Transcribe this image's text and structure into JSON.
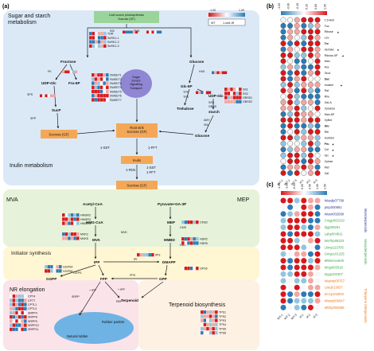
{
  "panels": {
    "a": "(a)",
    "b": "(b)",
    "c": "(c)"
  },
  "sections": {
    "sugar_starch": "Sugar and starch metabolism",
    "inulin": "Inulin metabolism",
    "mva": "MVA",
    "mep": "MEP",
    "initiator": "Initiator synthesis",
    "nr": "NR elongation",
    "terpenoid": "Terpenoid biosynthesis"
  },
  "nodes": {
    "leaf_source": "Leaf source photosynthesis Sucrose (GF)",
    "fructose": "Fructose",
    "glucose": "Glucose",
    "udp_glc": "UDP-Glc",
    "fru6p": "Fru-6P",
    "sucp": "SucP",
    "sucrose_gf_left": "Sucrose (GF)",
    "sensor": "Sugar Sensor Signalling Transport",
    "glc6p": "Glc-6P",
    "udp_glc_right": "UDP-Glc",
    "trehalose": "Trehalose",
    "starch": "starch",
    "glucose_bottom": "Glucose",
    "root_sink": "Root sink Sucrose (GF)",
    "fen": "1-FEN",
    "inulin": "Inulin",
    "sucrose_gf_mid": "Sucrose (GF)",
    "acetyl": "Acetyl-CoA",
    "pyruvate": "Pyruvate+GA-3P",
    "hmgcoa": "HMG-CoA",
    "mva_met": "MVA",
    "mep_met": "MEP",
    "hmbd": "HMBD",
    "ipp": "IPP",
    "dmapp": "DMAPP",
    "ggpp": "GGPP",
    "fpp": "FPP",
    "gpp": "GPP",
    "terpenoid": "Terpenoid",
    "rubber_particle": "Rubber particle",
    "natural_rubber": "Natural rubber",
    "ipp_small": "+ IPP",
    "ipp_small2": "+ IPP",
    "ref": "REF"
  },
  "enzymes": {
    "inv": "INV",
    "sus": "SUS",
    "fk": "FK",
    "sps": "SPS",
    "spp": "SPP",
    "hxk": "HXK",
    "tpp": "TPP",
    "tps": "TPS",
    "sss": "SSS",
    "gbss": "GBSS",
    "amy": "AMY",
    "isa": "ISA",
    "sst": "1-SST",
    "fft": "1-FFT",
    "sst2": "1-SST",
    "fft2": "1-FFT",
    "mvk": "MVK",
    "pmk": "PMK",
    "mvd": "MVD",
    "cms": "CMS",
    "hdr": "HDR",
    "ipi": "IPI",
    "ggps": "GGPS",
    "fps": "FPS",
    "srpp": "SRPP",
    "cpt": "CPT"
  },
  "gene_groups": {
    "tor": [
      "TOR",
      "SnRK1-1",
      "SnRK1-2",
      "SnRK1-3"
    ],
    "sweet": [
      "SWEET1",
      "SWEET2",
      "SWEET3",
      "SWEET4",
      "SWEET5",
      "SWEET6",
      "SWEET7"
    ],
    "ss": [
      "SS1",
      "SS2",
      "GBSS1",
      "GBSS2"
    ],
    "hmgr": [
      "HMGR2",
      "HMGR3",
      "HMGR4"
    ],
    "mvk": [
      "MVK2",
      "MVK5"
    ],
    "cms": [
      "CMS2"
    ],
    "hdr": [
      "HDR2",
      "HDR5"
    ],
    "ipi": [
      "IPI3"
    ],
    "ggps": [
      "GGPS4",
      "GGPS6"
    ],
    "gps": [
      "GPS5"
    ],
    "nr": [
      "CPT4",
      "CPT7",
      "CPTL1",
      "CPTL3",
      "SRPP4",
      "SRPP8",
      "SRPP9",
      "SRPP10",
      "SRPP11"
    ],
    "tps": [
      "TPS1",
      "TPS2",
      "TPS3",
      "TPS4",
      "TPS5",
      "TPS6"
    ]
  },
  "legend_a": {
    "scale_min": "-1.00",
    "scale_max": "1.00",
    "wt": "WT",
    "mutant": "1-sst1-fft"
  },
  "panel_b": {
    "scale": [
      "-1.00",
      "-0.60",
      "-0.20",
      "0.20",
      "0.60",
      "1.00"
    ],
    "columns": [
      "WT-1",
      "WT-2",
      "WT-3",
      "sf-1",
      "sf-2",
      "sf-3"
    ],
    "rows": [
      "1,5-Anh",
      "Fuc",
      "Ribose",
      "Lev",
      "Tre",
      "GlcNAc",
      "Ribose-5P",
      "Man",
      "Ara",
      "GlcA",
      "Suc",
      "Inositol",
      "Raf",
      "Rhe",
      "Gal-A",
      "Xylulose",
      "Man-6P",
      "Xylitol",
      "Glu",
      "Rib",
      "Sorbitol",
      "Fru",
      "Cel",
      "Glc",
      "Xylose",
      "Met",
      "Gal"
    ],
    "starred": [
      "Ribose",
      "GlcNAc",
      "Ribose-5P",
      "Inositol",
      "Fru",
      "Cel",
      "Glc"
    ],
    "bold": [
      "Tre",
      "Suc",
      "Glu",
      "Fru"
    ]
  },
  "panel_c": {
    "scale": [
      "-1.50",
      "-1.00",
      "-0.50",
      "0.00",
      "0.50",
      "1.00",
      "1.50"
    ],
    "columns": [
      "WT-1",
      "WT-2",
      "WT-3",
      "sf-1",
      "sf-2",
      "sf-3"
    ],
    "rows": [
      "Wasdp07799",
      "pmp000691",
      "Wasn002690",
      "Cmgp002319",
      "Zjgp09261",
      "Labp004811",
      "WaTkp05223",
      "Lkmp123705",
      "Gmyp101225",
      "MWsmce600",
      "Wcjp003018",
      "Zygp102307",
      "Wawnp05757",
      "Lsaq013837",
      "Zmcp102802",
      "Wswp006047",
      "Wbhp008068"
    ],
    "classes": {
      "mono": "Monoterpenoids",
      "sesq": "Sesquiterpenoids",
      "trit": "Triterpene Diterpenoids"
    }
  },
  "colors": {
    "red": "#d7191c",
    "blue": "#2c7bb6",
    "white": "#ffffff",
    "top_panel": "#dbe9f7",
    "mva_panel": "#e6f2d9",
    "init_panel": "#fff6d3",
    "nr_panel": "#fbe3ea",
    "terp_panel": "#fdf1e4",
    "sucrose_box": "#f4a857",
    "sensor": "#8f86d4"
  }
}
